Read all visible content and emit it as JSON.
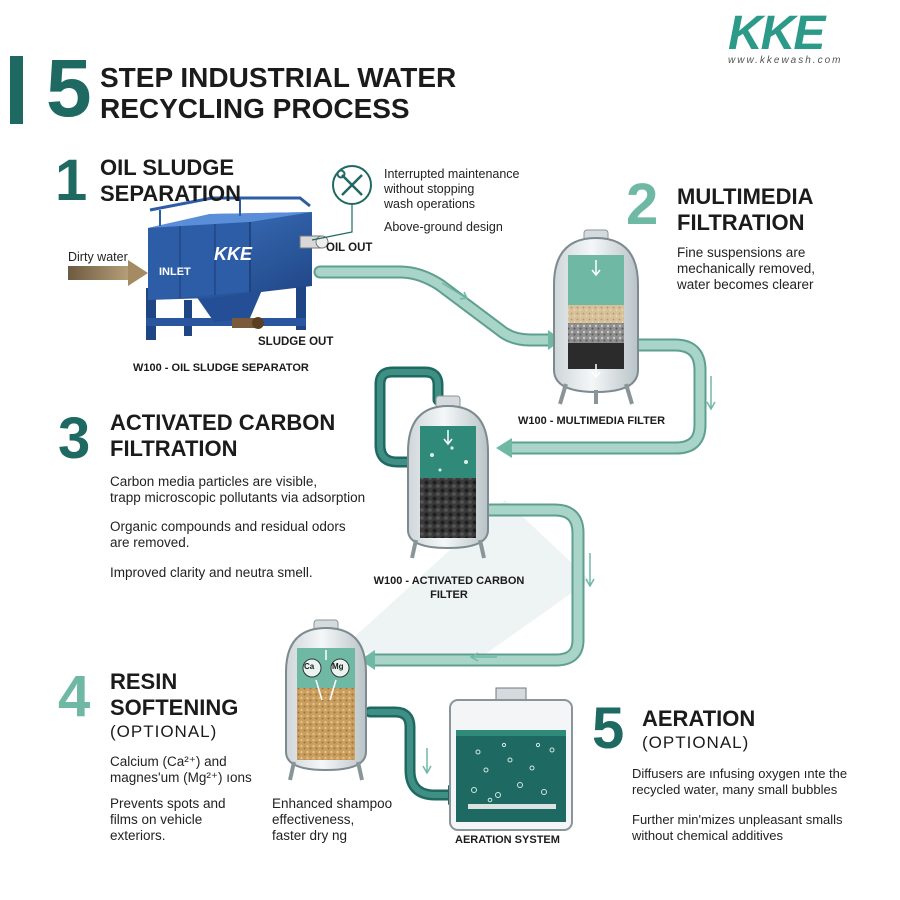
{
  "header": {
    "number": "5",
    "title_line1": "STEP INDUSTRIAL WATER",
    "title_line2": "RECYCLING PROCESS"
  },
  "brand": {
    "logo": "KKE",
    "url": "www.kkewash.com"
  },
  "colors": {
    "teal_dark": "#1e6a63",
    "teal_light": "#6fb8a4",
    "pipe": "#a9d5c8",
    "pipe_edge": "#5e9f8f",
    "steel_blue": "#2d5da6"
  },
  "steps": [
    {
      "number": "1",
      "title_line1": "OIL SLUDGE",
      "title_line2": "SEPARATION",
      "callout_1": "Interrupted maintenance\nwithout stopping\nwash operations",
      "callout_2": "Above-ground design",
      "equipment_label": "W100 - OIL SLUDGE SEPARATOR",
      "input_label": "Dirty water",
      "inlet_label": "INLET",
      "oil_label": "OIL OUT",
      "sludge_label": "SLUDGE OUT",
      "tank_logo": "KKE"
    },
    {
      "number": "2",
      "title_line1": "MULTIMEDIA",
      "title_line2": "FILTRATION",
      "desc": "Fine suspensions are\nmechanically removed,\nwater becomes clearer",
      "equipment_label": "W100 - MULTIMEDIA FILTER"
    },
    {
      "number": "3",
      "title_line1": "ACTIVATED CARBON",
      "title_line2": "FILTRATION",
      "desc_1": "Carbon media particles are visible,\ntrapp microscopic pollutants via adsorption",
      "desc_2": "Organic compounds and residual odors\nare removed.",
      "desc_3": "Improved clarity and neutra  smell.",
      "equipment_label": "W100 - ACTIVATED CARBON\nFILTER"
    },
    {
      "number": "4",
      "title_line1": "RESIN",
      "title_line2": "SOFTENING",
      "subtitle": "(OPTIONAL)",
      "desc_1": "Calcium (Ca²⁺) and\nmagnes'um (Mg²⁺) ıons",
      "desc_2": "Prevents spots and\nfilms on vehicle\nexteriors.",
      "desc_3": "Enhanced shampoo\neffectiveness,\nfaster dry ng",
      "ion_ca": "Ca",
      "ion_mg": "Mg"
    },
    {
      "number": "5",
      "title_line1": "AERATION",
      "subtitle": "(OPTIONAL)",
      "desc_1": "Diffusers are ınfusing oxygen ınte the\nrecycled water, many small bubbles",
      "desc_2": "Further min'mizes unpleasant smalls\nwithout chemical additives",
      "equipment_label": "AERATION SYSTEM"
    }
  ]
}
